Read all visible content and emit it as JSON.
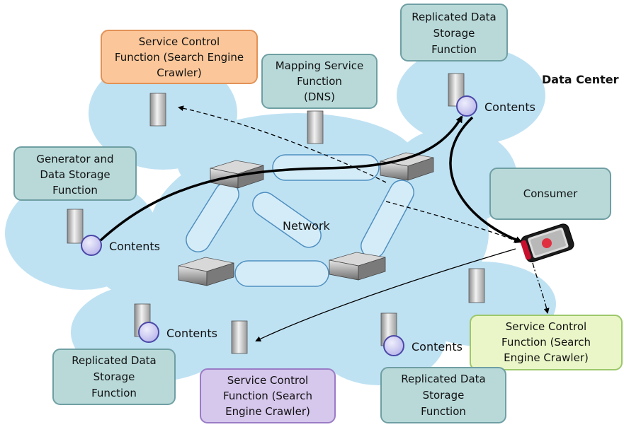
{
  "data_center_label": "Data Center",
  "network_label": "Network",
  "contents_label": "Contents",
  "boxes": {
    "service_control_top": [
      "Service Control",
      "Function (Search Engine",
      "Crawler)"
    ],
    "mapping_service": [
      "Mapping Service",
      "Function",
      "(DNS)"
    ],
    "replicated_top": [
      "Replicated Data",
      "Storage",
      "Function"
    ],
    "generator": [
      "Generator and",
      "Data Storage",
      "Function"
    ],
    "consumer": [
      "Consumer"
    ],
    "service_control_right": [
      "Service Control",
      "Function (Search",
      "Engine Crawler)"
    ],
    "replicated_bottom_left": [
      "Replicated Data",
      "Storage",
      "Function"
    ],
    "service_control_bottom": [
      "Service Control",
      "Function (Search",
      "Engine Crawler)"
    ],
    "replicated_bottom_right": [
      "Replicated Data",
      "Storage",
      "Function"
    ]
  },
  "colors": {
    "cloud": "#bfe2f3",
    "teal_box_fill": "#b9d9d9",
    "teal_box_stroke": "#6f9fa3",
    "orange_box_fill": "#fbc79a",
    "orange_box_stroke": "#e29256",
    "green_box_fill": "#eaf6c8",
    "green_box_stroke": "#9cc86a",
    "purple_box_fill": "#d6c7ec",
    "purple_box_stroke": "#9a7cc6",
    "tube_fill": "#d4ecf8",
    "tube_stroke": "#4f8fc0",
    "contents_fill": "#c8c6f0",
    "contents_stroke": "#4b48a8",
    "arrow": "#000000"
  }
}
